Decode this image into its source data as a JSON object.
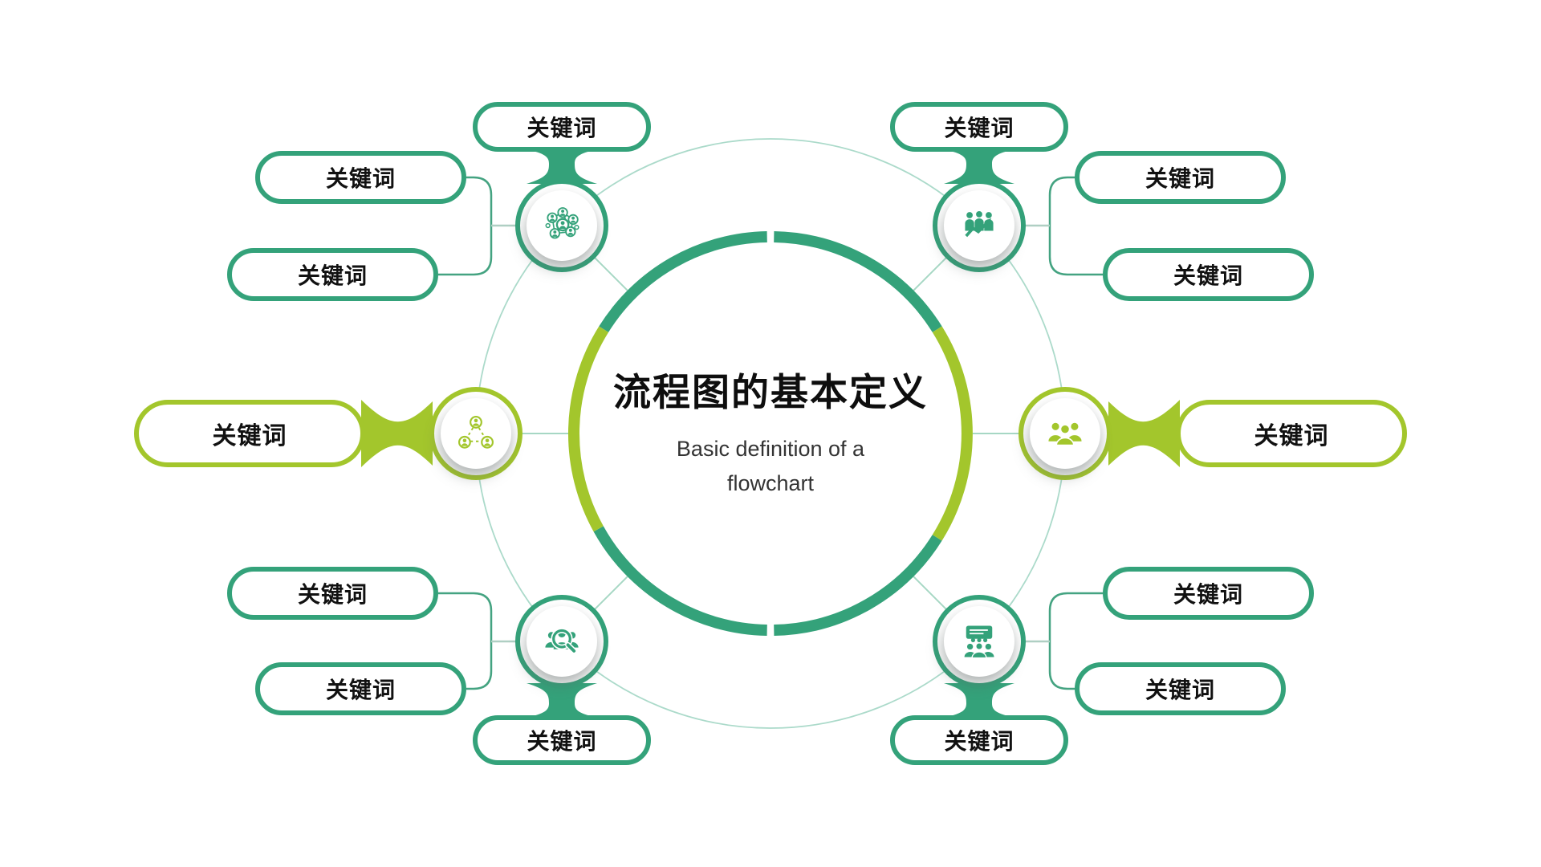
{
  "center": {
    "title": "流程图的基本定义",
    "subtitle_line1": "Basic definition of a",
    "subtitle_line2": "flowchart"
  },
  "branches": {
    "top_left": {
      "icon": "people-network-icon",
      "pills": {
        "top": "关键词",
        "side1": "关键词",
        "side2": "关键词"
      }
    },
    "top_right": {
      "icon": "people-growth-icon",
      "pills": {
        "top": "关键词",
        "side1": "关键词",
        "side2": "关键词"
      }
    },
    "left": {
      "icon": "team-structure-icon",
      "pills": {
        "main": "关键词"
      }
    },
    "right": {
      "icon": "team-group-icon",
      "pills": {
        "main": "关键词"
      }
    },
    "bottom_left": {
      "icon": "people-search-icon",
      "pills": {
        "bottom": "关键词",
        "side1": "关键词",
        "side2": "关键词"
      }
    },
    "bottom_right": {
      "icon": "presentation-audience-icon",
      "pills": {
        "bottom": "关键词",
        "side1": "关键词",
        "side2": "关键词"
      }
    }
  },
  "colors": {
    "teal": "#34A27A",
    "lime": "#A3C62C",
    "thin_line": "#A6D7C4",
    "elbow_line": "#44A381",
    "stub_line": "#AFCFC3",
    "title_text": "#0E0E0E",
    "subtitle_text": "#333333",
    "background": "#FFFFFF"
  }
}
